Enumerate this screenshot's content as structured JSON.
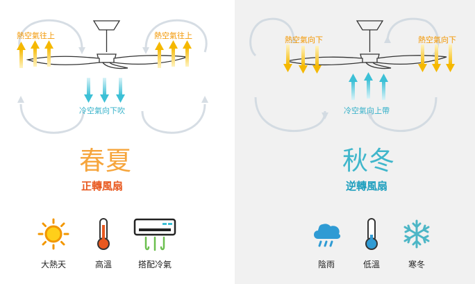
{
  "summer": {
    "airflow_up_left": "熱空氣往上",
    "airflow_up_right": "熱空氣往上",
    "airflow_down": "冷空氣向下吹",
    "season": "春夏",
    "mode": "正轉風扇",
    "icons": [
      {
        "icon": "sun-icon",
        "label": "大熱天"
      },
      {
        "icon": "thermometer-hot-icon",
        "label": "高溫"
      },
      {
        "icon": "air-conditioner-icon",
        "label": "搭配冷氣"
      }
    ]
  },
  "winter": {
    "airflow_down_left": "熱空氣向下",
    "airflow_down_right": "熱空氣向下",
    "airflow_up": "冷空氣向上帶",
    "season": "秋冬",
    "mode": "逆轉風扇",
    "icons": [
      {
        "icon": "rain-cloud-icon",
        "label": "陰雨"
      },
      {
        "icon": "thermometer-cold-icon",
        "label": "低溫"
      },
      {
        "icon": "snowflake-icon",
        "label": "寒冬"
      }
    ]
  },
  "colors": {
    "hot_arrow": "#f5b800",
    "cold_arrow": "#3cc0d6",
    "circulation": "#cfd8e0",
    "warm_accent": "#f6a53c",
    "cool_accent": "#3fb6cb",
    "orange_mode": "#e8581f",
    "blue_mode": "#1e9fbe"
  }
}
